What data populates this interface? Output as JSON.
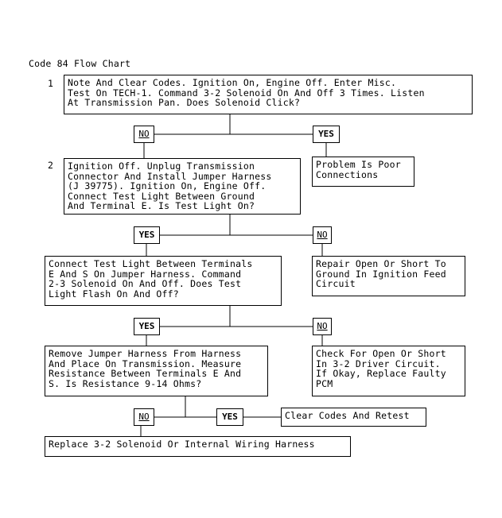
{
  "title": "Code 84 Flow Chart",
  "step_numbers": [
    "1",
    "2"
  ],
  "steps": {
    "s1": "Note And Clear Codes. Ignition On, Engine Off. Enter Misc.\nTest On TECH-1. Command 3-2 Solenoid On And Off 3 Times. Listen\nAt Transmission Pan. Does Solenoid Click?",
    "s1_yes": "Problem Is Poor\nConnections",
    "s2": "Ignition Off. Unplug Transmission\nConnector And Install Jumper Harness\n(J 39775). Ignition On, Engine Off.\nConnect Test Light Between Ground\nAnd Terminal E. Is Test Light On?",
    "s2_no": "Repair Open Or Short To\nGround In Ignition Feed\nCircuit",
    "s3": "Connect Test Light Between Terminals\nE And S On Jumper Harness. Command\n2-3 Solenoid On And Off. Does Test\nLight Flash On And Off?",
    "s3_no": "Check For Open Or Short\nIn 3-2 Driver Circuit.\nIf Okay, Replace Faulty\nPCM",
    "s4": "Remove Jumper Harness From Harness\nAnd Place On Transmission. Measure\nResistance Between Terminals E And\nS. Is Resistance 9-14 Ohms?",
    "s4_yes": "Clear Codes And Retest",
    "s4_no": "Replace 3-2 Solenoid Or Internal Wiring Harness"
  },
  "labels": {
    "yes": "YES",
    "no": "NO"
  }
}
